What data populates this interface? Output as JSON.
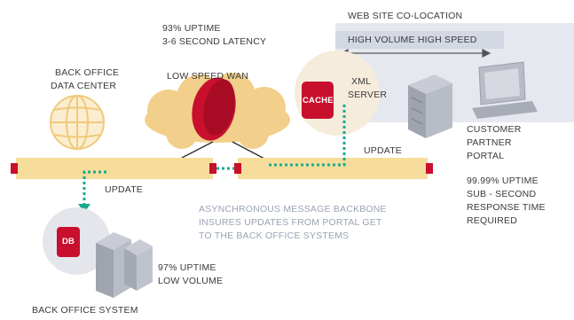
{
  "web_site_colocation": "WEB SITE CO-LOCATION",
  "high_volume": "HIGH VOLUME HIGH SPEED",
  "uptime_93": "93% UPTIME",
  "latency": "3-6 SECOND LATENCY",
  "back_office_data_center": [
    "BACK OFFICE",
    "DATA CENTER"
  ],
  "low_speed_wan": "LOW SPEED WAN",
  "xml_server": [
    "XML",
    "SERVER"
  ],
  "cache_label": "CACHE",
  "db_label": "DB",
  "update_top": "UPDATE",
  "update_left": "UPDATE",
  "portal": [
    "CUSTOMER",
    "PARTNER",
    "PORTAL"
  ],
  "portal_sla": [
    "99.99% UPTIME",
    "SUB - SECOND",
    "RESPONSE TIME",
    "REQUIRED"
  ],
  "backbone": [
    "ASYNCHRONOUS MESSAGE BACKBONE",
    "INSURES UPDATES FROM PORTAL GET",
    "TO THE BACK OFFICE SYSTEMS"
  ],
  "backoffice_sla": [
    "97% UPTIME",
    "LOW VOLUME"
  ],
  "back_office_system": "BACK OFFICE SYSTEM",
  "colors": {
    "accent": "#c8102e",
    "bar": "#f6dd9b",
    "colo_bg": "#e6e8ef",
    "teal": "#19a98d",
    "wan": "#f2cf8a"
  }
}
